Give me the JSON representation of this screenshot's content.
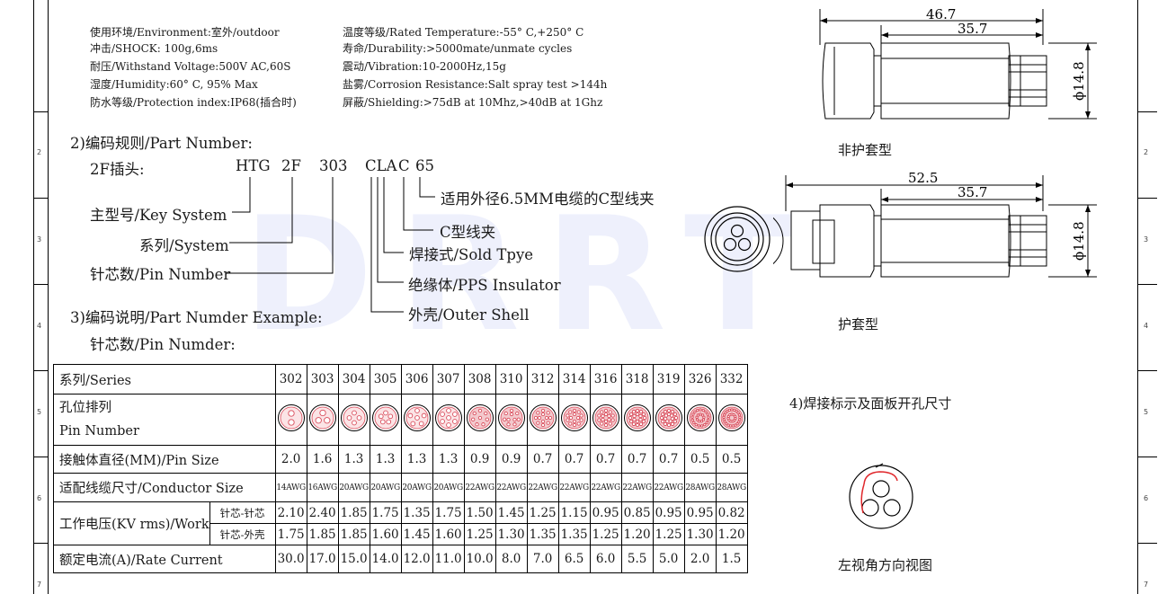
{
  "specs": {
    "left": [
      "使用环境/Environment:室外/outdoor",
      "冲击/SHOCK: 100g,6ms",
      "耐压/Withstand Voltage:500V AC,60S",
      "湿度/Humidity:60° C, 95% Max",
      "防水等级/Protection index:IP68(插合时)"
    ],
    "right": [
      "温度等级/Rated Temperature:-55° C,+250° C",
      "寿命/Durability:>5000mate/unmate cycles",
      "震动/Vibration:10-2000Hz,15g",
      "盐雾/Corrosion Resistance:Salt spray test >144h",
      "屏蔽/Shielding:>75dB at 10Mhz,>40dB at 1Ghz"
    ]
  },
  "part_number": {
    "heading": "2)编码规则/Part Number:",
    "plug_label": "2F插头:",
    "codes": [
      "HTG",
      "2F",
      "303",
      "CLA",
      "C",
      "65"
    ],
    "key_system": "主型号/Key System",
    "system": "系列/System",
    "pin_number": "针芯数/Pin Number",
    "clamp_65": "适用外径6.5MM电缆的C型线夹",
    "c_clamp": "C型线夹",
    "solder": "焊接式/Sold Tpye",
    "insulator": "绝缘体/PPS Insulator",
    "shell": "外壳/Outer Shell"
  },
  "example": {
    "heading": "3)编码说明/Part Numder Example:",
    "pin_label": "针芯数/Pin Numder:"
  },
  "table": {
    "series_label": "系列/Series",
    "series": [
      "302",
      "303",
      "304",
      "305",
      "306",
      "307",
      "308",
      "310",
      "312",
      "314",
      "316",
      "318",
      "319",
      "326",
      "332"
    ],
    "pin_layout_label_1": "孔位排列",
    "pin_layout_label_2": "Pin Number",
    "pin_size_label": "接触体直径(MM)/Pin Size",
    "pin_size": [
      "2.0",
      "1.6",
      "1.3",
      "1.3",
      "1.3",
      "1.3",
      "0.9",
      "0.9",
      "0.7",
      "0.7",
      "0.7",
      "0.7",
      "0.7",
      "0.5",
      "0.5"
    ],
    "conductor_label": "适配线缆尺寸/Conductor Size",
    "conductor": [
      "14AWG",
      "16AWG",
      "20AWG",
      "20AWG",
      "20AWG",
      "20AWG",
      "22AWG",
      "22AWG",
      "22AWG",
      "22AWG",
      "22AWG",
      "22AWG",
      "22AWG",
      "28AWG",
      "28AWG"
    ],
    "voltage_label": "工作电压(KV rms)/Work",
    "pin_pin_label": "针芯-针芯",
    "pin_pin": [
      "2.10",
      "2.40",
      "1.85",
      "1.75",
      "1.35",
      "1.75",
      "1.50",
      "1.45",
      "1.25",
      "1.15",
      "0.95",
      "0.85",
      "0.95",
      "0.95",
      "0.82"
    ],
    "pin_shell_label": "针芯-外壳",
    "pin_shell": [
      "1.75",
      "1.85",
      "1.85",
      "1.60",
      "1.45",
      "1.60",
      "1.25",
      "1.30",
      "1.35",
      "1.35",
      "1.25",
      "1.20",
      "1.25",
      "1.30",
      "1.20"
    ],
    "current_label": "额定电流(A)/Rate Current",
    "current": [
      "30.0",
      "17.0",
      "15.0",
      "14.0",
      "12.0",
      "11.0",
      "10.0",
      "8.0",
      "7.0",
      "6.5",
      "6.0",
      "5.5",
      "5.0",
      "2.0",
      "1.5"
    ],
    "pin_counts": [
      2,
      3,
      4,
      5,
      6,
      7,
      8,
      10,
      12,
      14,
      16,
      18,
      19,
      26,
      32
    ]
  },
  "drawings": {
    "top": {
      "dim_total": "46.7",
      "dim_body": "35.7",
      "dia": "ϕ14.8",
      "caption": "非护套型"
    },
    "bottom": {
      "dim_total": "52.5",
      "dim_body": "35.7",
      "dia": "ϕ14.8",
      "caption": "护套型"
    }
  },
  "solder_section": {
    "heading": "4)焊接标示及面板开孔尺寸",
    "caption": "左视角方向视图"
  },
  "frame": {
    "row_numbers": [
      "2",
      "3",
      "4",
      "5",
      "6",
      "7"
    ]
  },
  "watermark": "DRRT",
  "colors": {
    "watermark": "#1f3fd8",
    "pin_fill": "#d94b5a",
    "solder_mark": "#e0282c"
  }
}
